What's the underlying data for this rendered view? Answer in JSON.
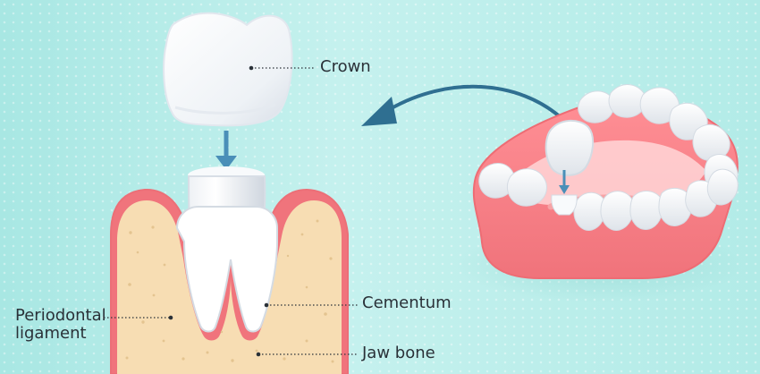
{
  "labels": {
    "crown": "Crown",
    "cementum": "Cementum",
    "periodontal_ligament": "Periodontal\nligament",
    "jaw_bone": "Jaw bone"
  }
}
